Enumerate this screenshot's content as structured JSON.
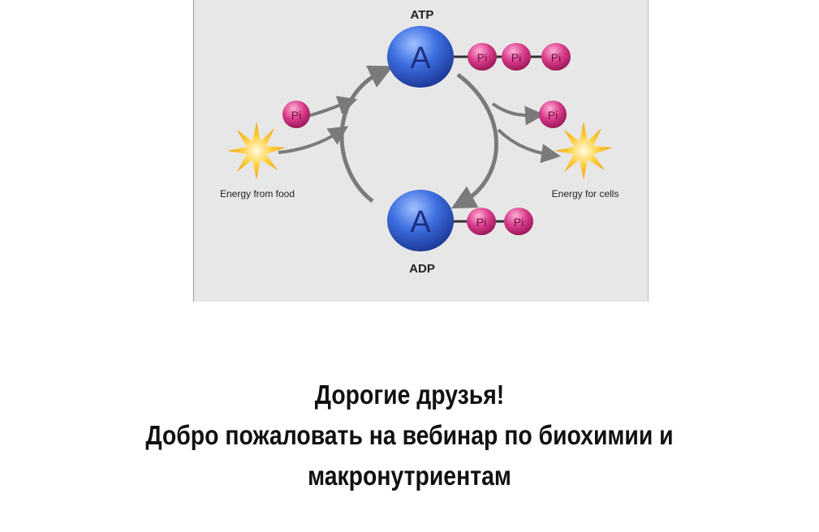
{
  "diagram": {
    "atp_label": "ATP",
    "adp_label": "ADP",
    "adenosine_letter": "A",
    "phosphate_label": "Pi",
    "energy_in_label": "Energy from food",
    "energy_out_label": "Energy for cells",
    "colors": {
      "adenosine": "#3a63d6",
      "phosphate": "#d63c8a",
      "arrow": "#7a7a7a",
      "sun": "#f5b020",
      "background": "#e7e7e7"
    }
  },
  "caption": {
    "line1": "Дорогие друзья!",
    "line2": "Добро пожаловать на вебинар по биохимии и",
    "line3": "макронутриентам"
  }
}
